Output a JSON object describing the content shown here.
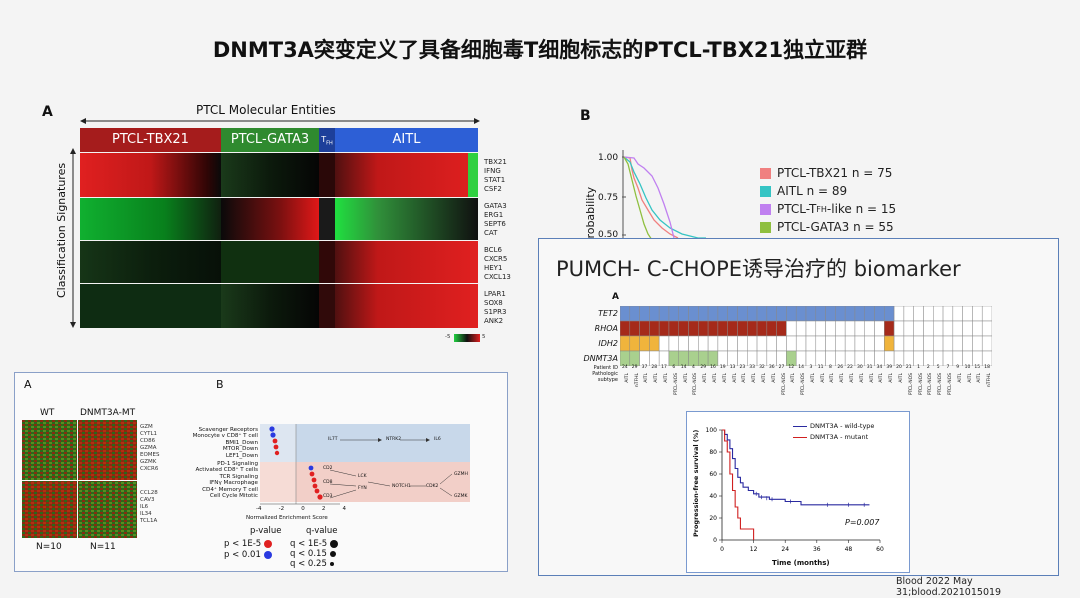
{
  "title": "DNMT3A突变定义了具备细胞毒T细胞标志的PTCL-TBX21独立亚群",
  "panel_a": {
    "letter": "A",
    "header": "PTCL Molecular Entities",
    "ylabel": "Classification Signatures",
    "groups": [
      {
        "label": "PTCL-TBX21",
        "color": "#a51c1c"
      },
      {
        "label": "PTCL-GATA3",
        "color": "#2f8a2f"
      },
      {
        "label": "T",
        "sub": "FH",
        "color": "#1d3f9a"
      },
      {
        "label": "AITL",
        "color": "#2d5fd6"
      }
    ],
    "genes": [
      [
        "TBX21",
        "IFNG",
        "STAT1",
        "CSF2"
      ],
      [
        "GATA3",
        "ERG1",
        "SEPT6",
        "CAT"
      ],
      [
        "BCL6",
        "CXCR5",
        "HEY1",
        "CXCL13"
      ],
      [
        "LPAR1",
        "SOX8",
        "S1PR3",
        "ANK2"
      ]
    ],
    "scale_min": "-5",
    "scale_max": "5"
  },
  "panel_b": {
    "letter": "B",
    "ylabel": "Probability",
    "yticks": [
      "1.00",
      "0.75",
      "0.50"
    ],
    "legend": [
      {
        "label": "PTCL-TBX21 n = 75",
        "color": "#f08080"
      },
      {
        "label": "AITL n = 89",
        "color": "#35c4c4"
      },
      {
        "label": "PTCL-T",
        "sub": "FH",
        "suffix": "-like n = 15",
        "color": "#c080f0"
      },
      {
        "label": "PTCL-GATA3 n = 55",
        "color": "#8fbf3f"
      }
    ]
  },
  "lower_left": {
    "a_letter": "A",
    "b_letter": "B",
    "wt_label": "WT",
    "mt_label": "DNMT3A-MT",
    "genes_top": [
      "GZM",
      "CYTL1",
      "CD86",
      "GZMA",
      "EOMES",
      "GZMK",
      "CXCR6"
    ],
    "genes_bottom": [
      "CCL28",
      "CAV3",
      "IL6",
      "IL34",
      "TCL1A"
    ],
    "n_wt": "N=10",
    "n_mt": "N=11",
    "pathways": [
      "Scavenger Receptors",
      "Monocyte v CD8⁺ T cell",
      "BMI1_Down",
      "MTOR_Down",
      "LEF1_Down",
      "PD-1 Signaling",
      "Activated CD8⁺ T cells",
      "TCR Signaling",
      "IFNγ Macrophage",
      "CD4⁺ Memory T cell",
      "Cell Cycle Mitotic"
    ],
    "xlabel": "Normalized Enrichment Score",
    "xticks": [
      "-4",
      "-2",
      "0",
      "2",
      "4"
    ],
    "pvalue_title": "p-value",
    "qvalue_title": "q-value",
    "pvalue_items": [
      "p < 1E-5",
      "p < 0.01"
    ],
    "qvalue_items": [
      "q < 1E-5",
      "q < 0.15",
      "q < 0.25"
    ],
    "net_top": [
      "IL7T",
      "NTRK2",
      "IL6"
    ],
    "net_bottom": [
      "CD2",
      "CD8",
      "CD3",
      "LCK",
      "FYN",
      "NOTCH1",
      "CDK2",
      "GZMH",
      "GZMK"
    ]
  },
  "pumch": {
    "title": "PUMCH- C-CHOPE诱导治疗的 biomarker",
    "letter": "A",
    "genes": [
      "TET2",
      "RHOA",
      "IDH2",
      "DNMT3A"
    ],
    "patient_id_label": "Patient ID",
    "pathologic_label": "Pathologic subtype",
    "patient_ids": [
      "24",
      "29",
      "37",
      "28",
      "17",
      "6",
      "14",
      "4",
      "29",
      "16",
      "19",
      "13",
      "23",
      "33",
      "32",
      "36",
      "27",
      "12",
      "14",
      "3",
      "11",
      "8",
      "26",
      "22",
      "30",
      "31",
      "34",
      "39",
      "20",
      "21",
      "1",
      "2",
      "5",
      "7",
      "9",
      "10",
      "15",
      "18"
    ],
    "subtypes": [
      "AITL",
      "nTFHL",
      "AITL",
      "AITL",
      "AITL",
      "PTCL-NOS",
      "AITL",
      "PTCL-NOS",
      "AITL",
      "AITL",
      "AITL",
      "AITL",
      "AITL",
      "AITL",
      "AITL",
      "AITL",
      "PTCL-NOS",
      "AITL",
      "PTCL-NOS",
      "AITL",
      "AITL",
      "AITL",
      "AITL",
      "AITL",
      "AITL",
      "AITL",
      "AITL",
      "AITL",
      "AITL",
      "PTCL-NOS",
      "PTCL-NOS",
      "PTCL-NOS",
      "PTCL-NOS",
      "PTCL-NOS",
      "AITL",
      "AITL",
      "AITL",
      "nTFHL"
    ],
    "km_legend": [
      "DNMT3A - wild-type",
      "DNMT3A - mutant"
    ],
    "km_ylabel": "Progression-free survival (%)",
    "km_xlabel": "Time (months)",
    "km_xticks": [
      "0",
      "12",
      "24",
      "36",
      "48",
      "60"
    ],
    "km_yticks": [
      "100",
      "80",
      "60",
      "40",
      "20",
      "0"
    ],
    "pvalue": "P=0.007",
    "colors": {
      "tet2": "#6a8fd0",
      "rhoa": "#a52a1a",
      "idh2": "#f0b43c",
      "dnmt3a": "#a9d08e",
      "wt": "#2a2aa0",
      "mut": "#d02020"
    }
  },
  "footer": "Blood 2022 May 31;blood.2021015019"
}
